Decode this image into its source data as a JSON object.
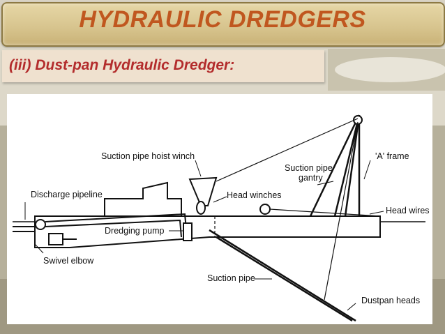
{
  "slide": {
    "title": "HYDRAULIC DREDGERS",
    "subtitle": "(iii) Dust-pan Hydraulic Dredger:"
  },
  "diagram": {
    "labels": {
      "suction_pipe_hoist_winch": "Suction pipe hoist winch",
      "a_frame": "'A' frame",
      "suction_pipe_gantry_line1": "Suction pipe",
      "suction_pipe_gantry_line2": "gantry",
      "discharge_pipeline": "Discharge pipeline",
      "head_winches": "Head winches",
      "head_wires": "Head wires",
      "dredging_pump": "Dredging pump",
      "swivel_elbow": "Swivel elbow",
      "suction_pipe": "Suction pipe",
      "dustpan_heads": "Dustpan heads"
    }
  }
}
